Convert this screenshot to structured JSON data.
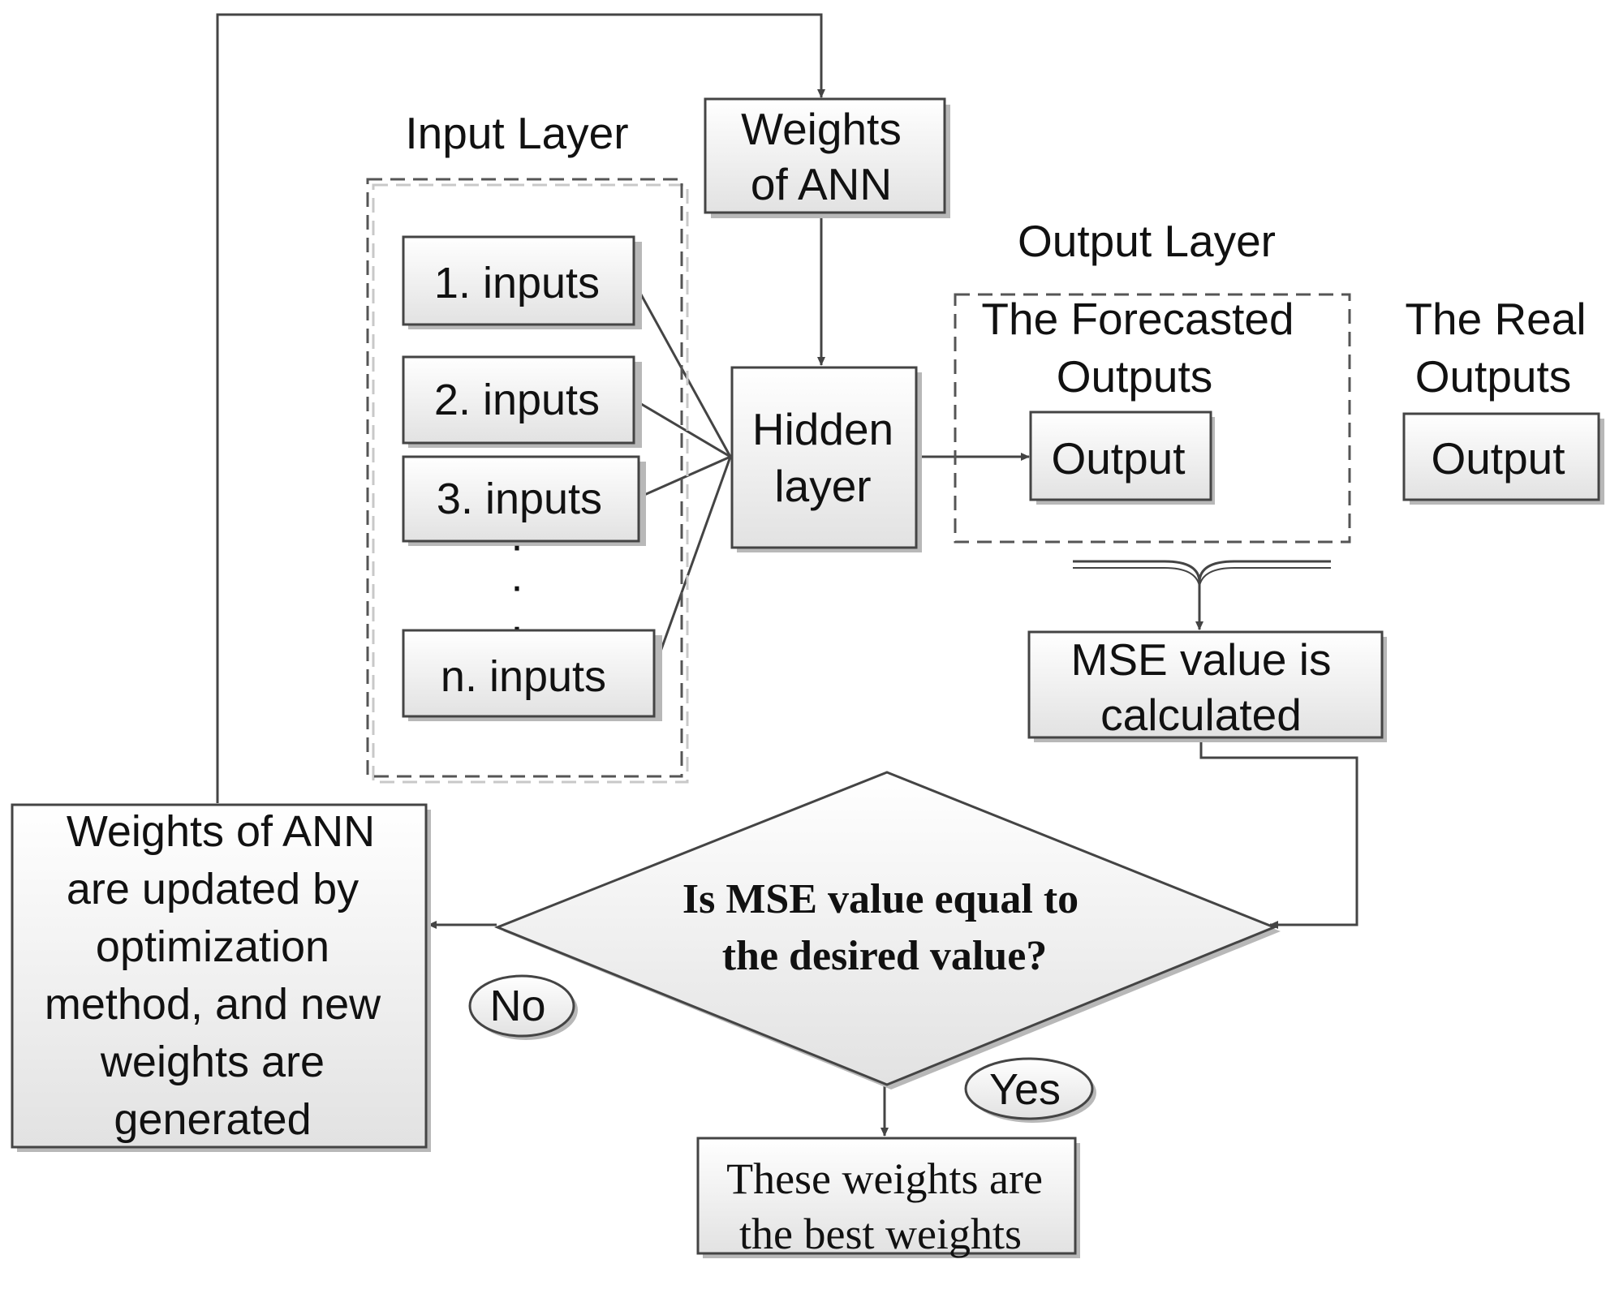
{
  "labels": {
    "input_layer": "Input Layer",
    "output_layer": "Output Layer",
    "forecasted_line1": "The Forecasted",
    "forecasted_line2": "Outputs",
    "real_line1": "The Real",
    "real_line2": "Outputs"
  },
  "weights_box": {
    "line1": "Weights",
    "line2": "of ANN"
  },
  "inputs": {
    "input1": "1. inputs",
    "input2": "2. inputs",
    "input3": "3. inputs",
    "inputn": "n. inputs",
    "ellipsis": [
      "·",
      "·",
      "·"
    ]
  },
  "hidden_layer": {
    "line1": "Hidden",
    "line2": "layer"
  },
  "forecast_output": "Output",
  "real_output": "Output",
  "mse_box": {
    "line1": "MSE value is",
    "line2": "calculated"
  },
  "decision": {
    "line1": "Is MSE value equal to",
    "line2": "the desired value?"
  },
  "no_label": "No",
  "yes_label": "Yes",
  "update_box": {
    "lines": [
      "Weights of ANN",
      "are updated by",
      "optimization",
      "method, and new",
      "weights are",
      "generated"
    ]
  },
  "best_box": {
    "line1": "These weights are",
    "line2": "the best weights"
  }
}
